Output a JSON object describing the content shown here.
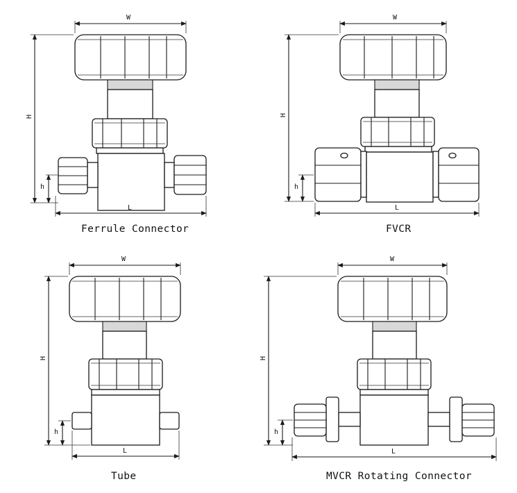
{
  "figures": [
    {
      "id": "ferrule",
      "caption": "Ferrule Connector",
      "dim_w": "W",
      "dim_h_total": "H",
      "dim_h_small": "h",
      "dim_l": "L"
    },
    {
      "id": "fvcr",
      "caption": "FVCR",
      "dim_w": "W",
      "dim_h_total": "H",
      "dim_h_small": "h",
      "dim_l": "L"
    },
    {
      "id": "tube",
      "caption": "Tube",
      "dim_w": "W",
      "dim_h_total": "H",
      "dim_h_small": "h",
      "dim_l": "L"
    },
    {
      "id": "mvcr",
      "caption": "MVCR Rotating Connector",
      "dim_w": "W",
      "dim_h_total": "H",
      "dim_h_small": "h",
      "dim_l": "L"
    }
  ]
}
